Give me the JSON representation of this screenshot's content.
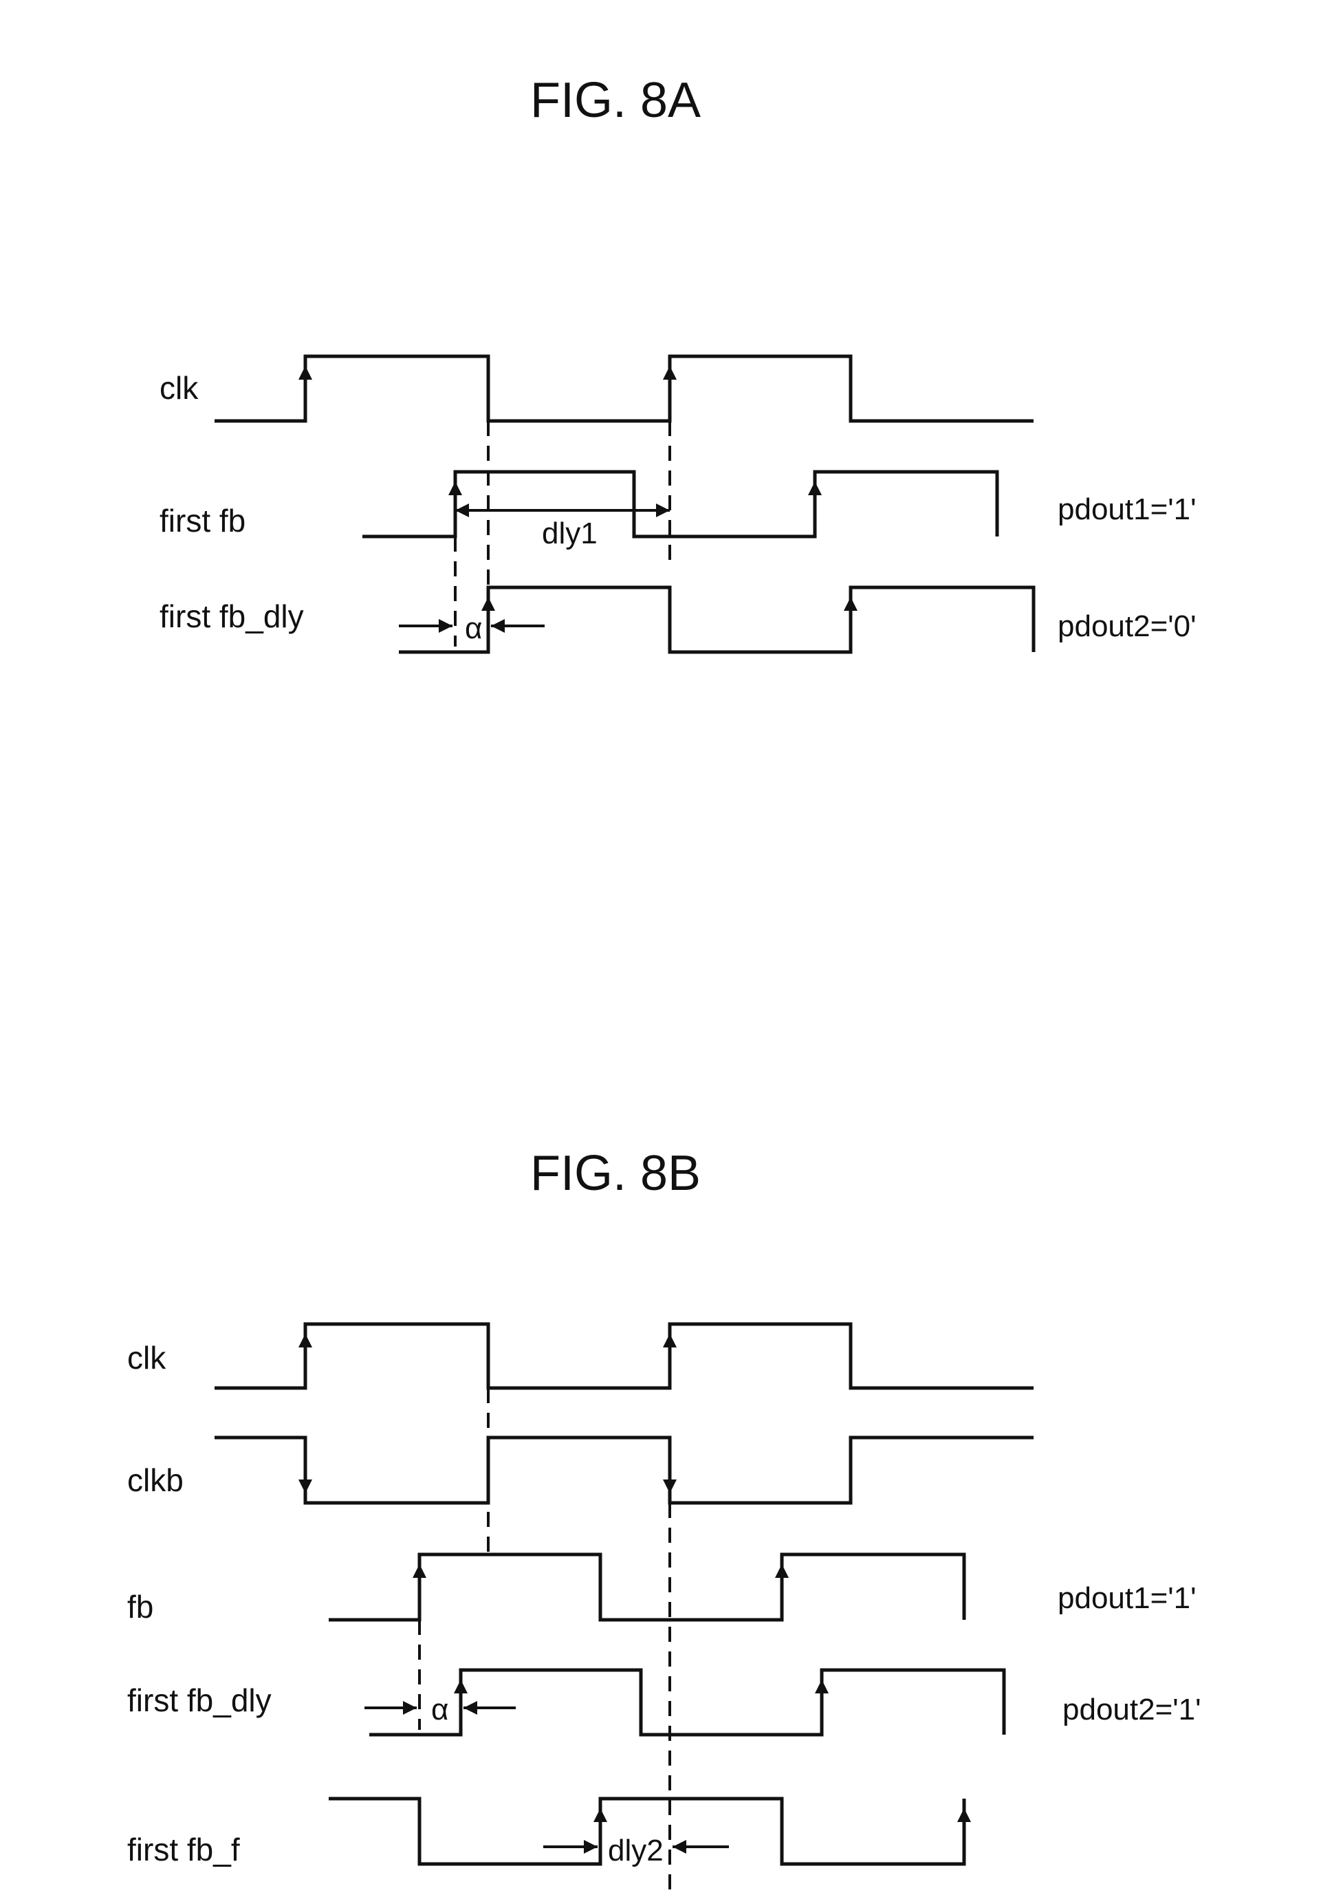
{
  "fig_8a": {
    "title": "FIG. 8A",
    "signals": {
      "clk": "clk",
      "first_fb": "first fb",
      "first_fb_dly": "first fb_dly"
    },
    "annotations": {
      "dly1": "dly1",
      "alpha": "α"
    },
    "outputs": {
      "pdout1": "pdout1='1'",
      "pdout2": "pdout2='0'"
    }
  },
  "fig_8b": {
    "title": "FIG. 8B",
    "signals": {
      "clk": "clk",
      "clkb": "clkb",
      "fb": "fb",
      "first_fb_dly": "first fb_dly",
      "first_fb_f": "first fb_f"
    },
    "annotations": {
      "alpha": "α",
      "dly2": "dly2"
    },
    "outputs": {
      "pdout1": "pdout1='1'",
      "pdout2": "pdout2='1'"
    }
  }
}
